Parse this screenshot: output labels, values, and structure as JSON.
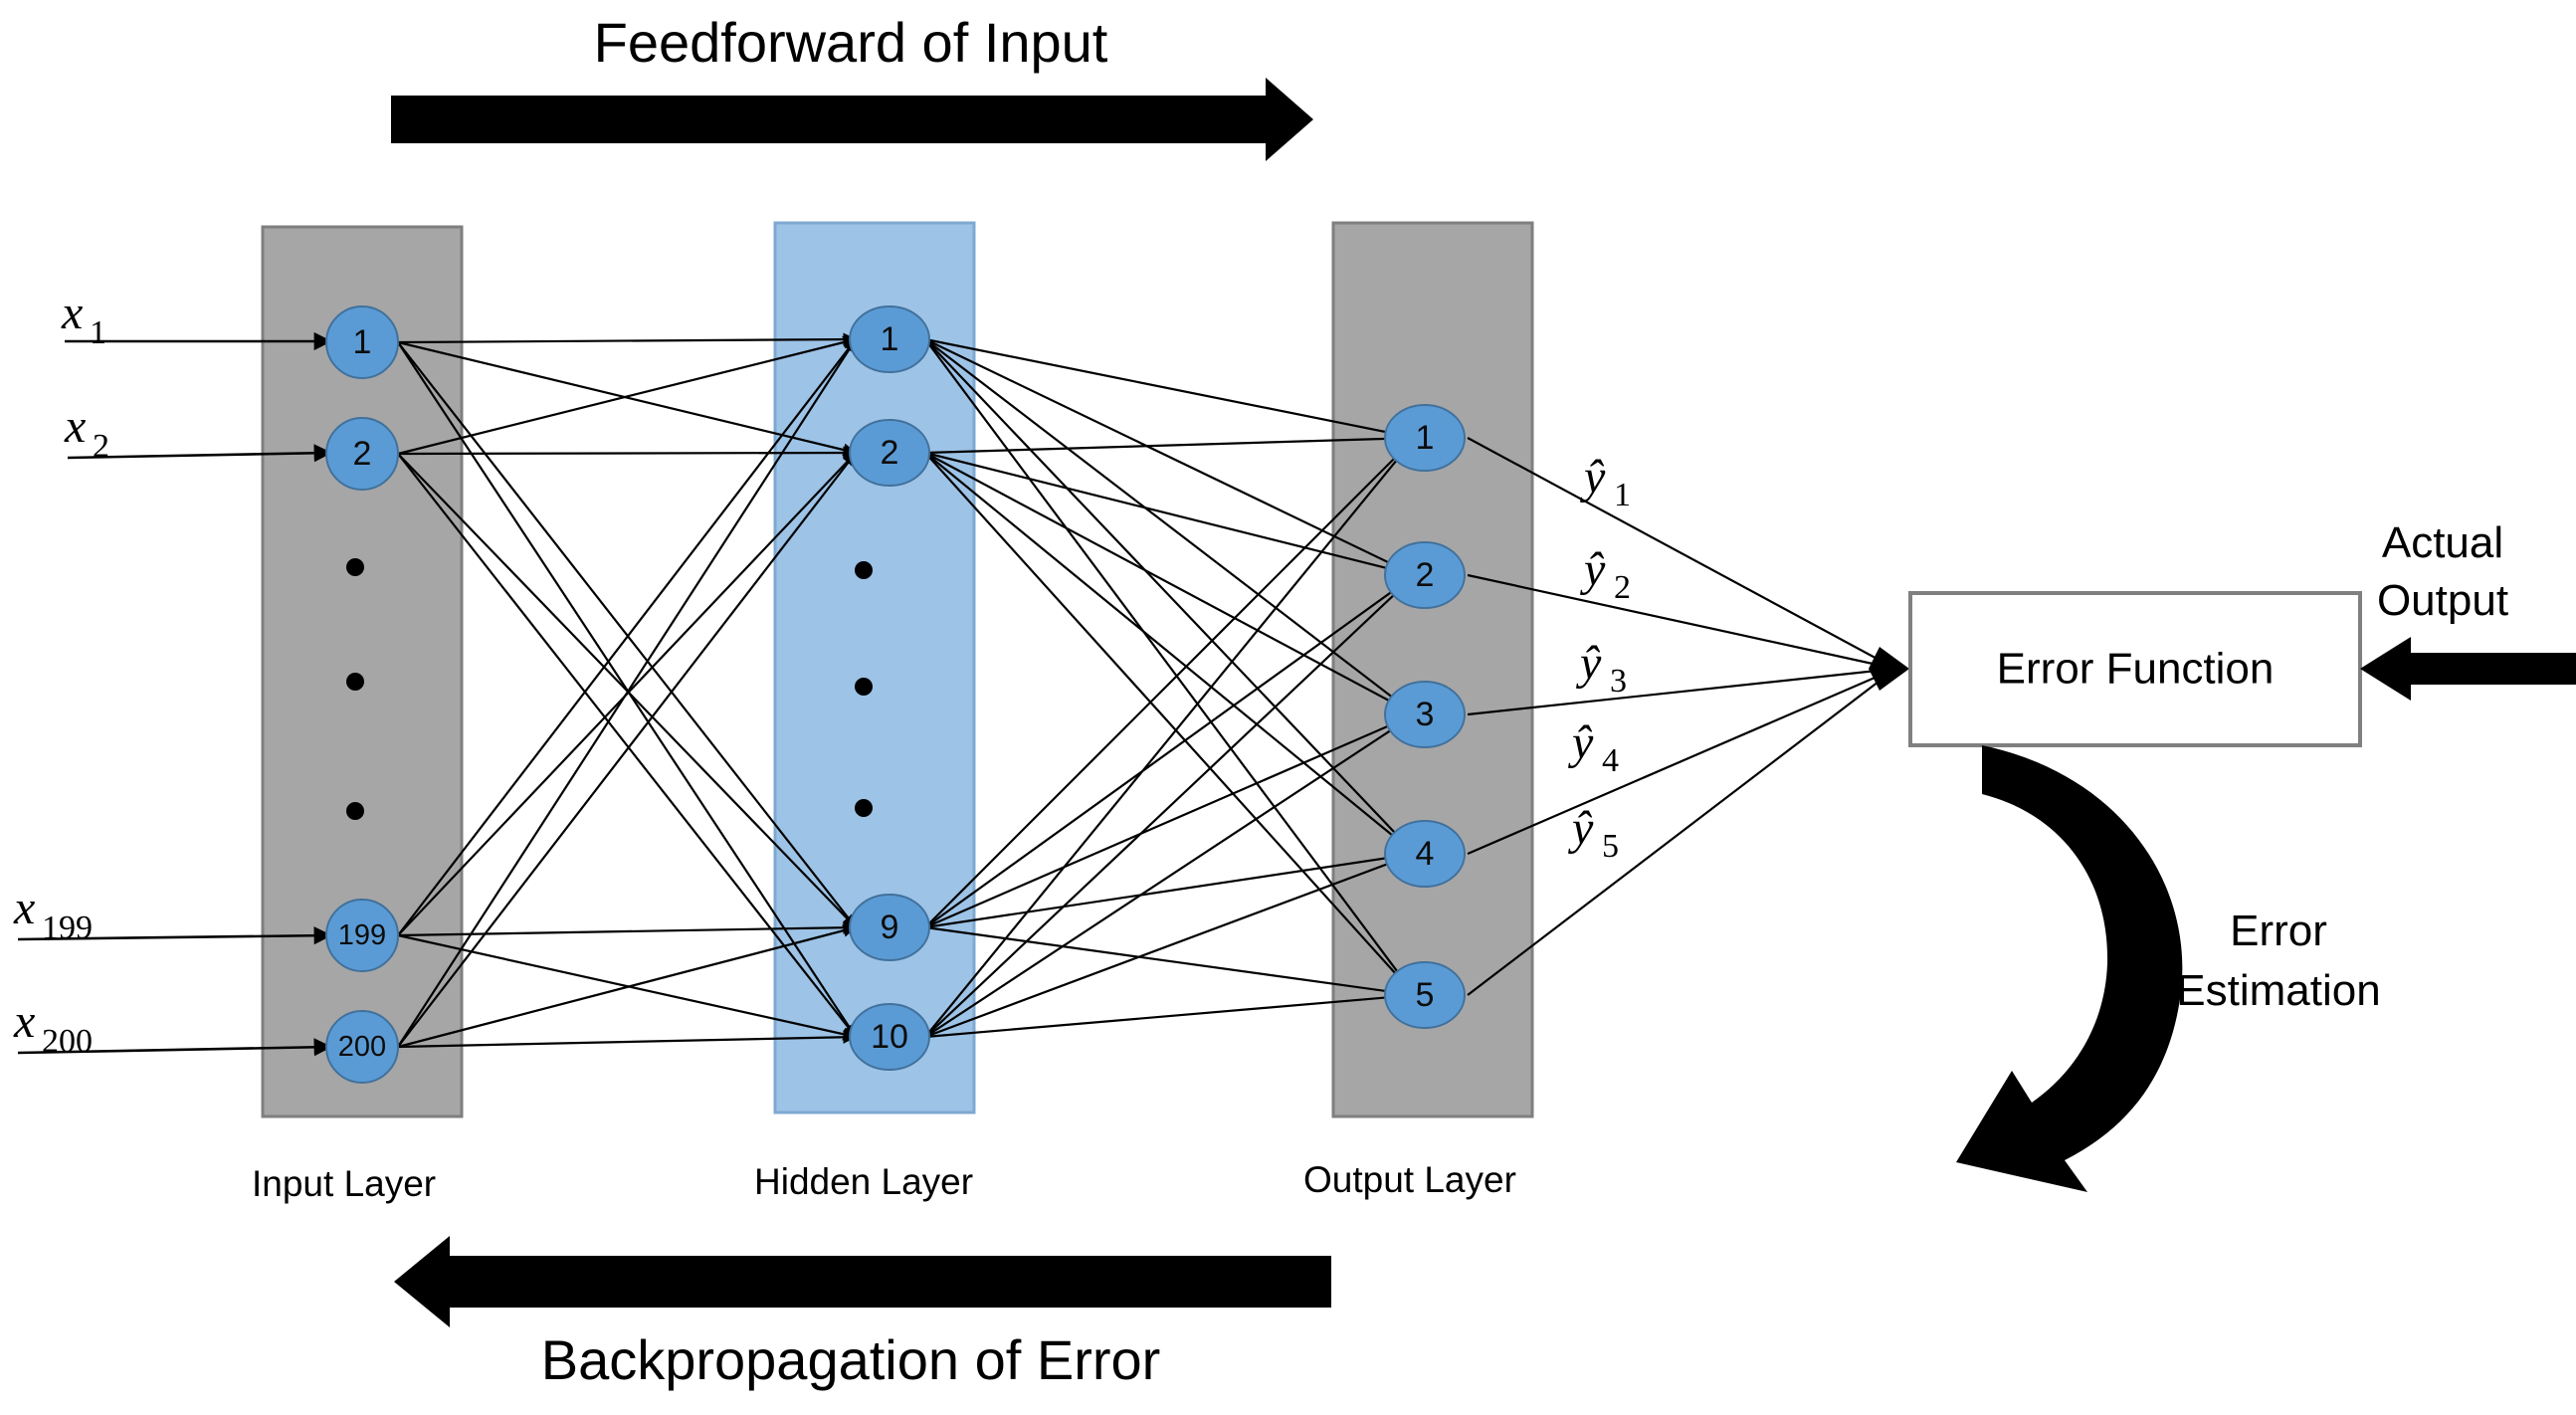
{
  "title_top": "Feedforward of Input",
  "title_bottom": "Backpropagation of Error",
  "layers": {
    "input": {
      "label": "Input Layer",
      "fill": "#A6A6A6",
      "nodes": [
        "1",
        "2",
        "199",
        "200"
      ],
      "ellipsis_count": 3,
      "inputs": [
        {
          "label": "x",
          "sub": "1"
        },
        {
          "label": "x",
          "sub": "2"
        },
        {
          "label": "x",
          "sub": "199"
        },
        {
          "label": "x",
          "sub": "200"
        }
      ]
    },
    "hidden": {
      "label": "Hidden Layer",
      "fill": "#9DC3E6",
      "nodes": [
        "1",
        "2",
        "9",
        "10"
      ],
      "ellipsis_count": 3
    },
    "output": {
      "label": "Output Layer",
      "fill": "#A6A6A6",
      "nodes": [
        "1",
        "2",
        "3",
        "4",
        "5"
      ],
      "outputs": [
        {
          "label": "ŷ",
          "sub": "1"
        },
        {
          "label": "ŷ",
          "sub": "2"
        },
        {
          "label": "ŷ",
          "sub": "3"
        },
        {
          "label": "ŷ",
          "sub": "4"
        },
        {
          "label": "ŷ",
          "sub": "5"
        }
      ]
    }
  },
  "error_box": {
    "label": "Error Function",
    "border_color": "#808080",
    "fill": "#FFFFFF"
  },
  "annotations": {
    "actual_output_line1": "Actual",
    "actual_output_line2": "Output",
    "error_estimation_line1": "Error",
    "error_estimation_line2": "Estimation"
  },
  "colors": {
    "node_fill": "#5B9BD5",
    "node_stroke": "#41719C",
    "arrow_black": "#000000",
    "background": "#FFFFFF"
  }
}
